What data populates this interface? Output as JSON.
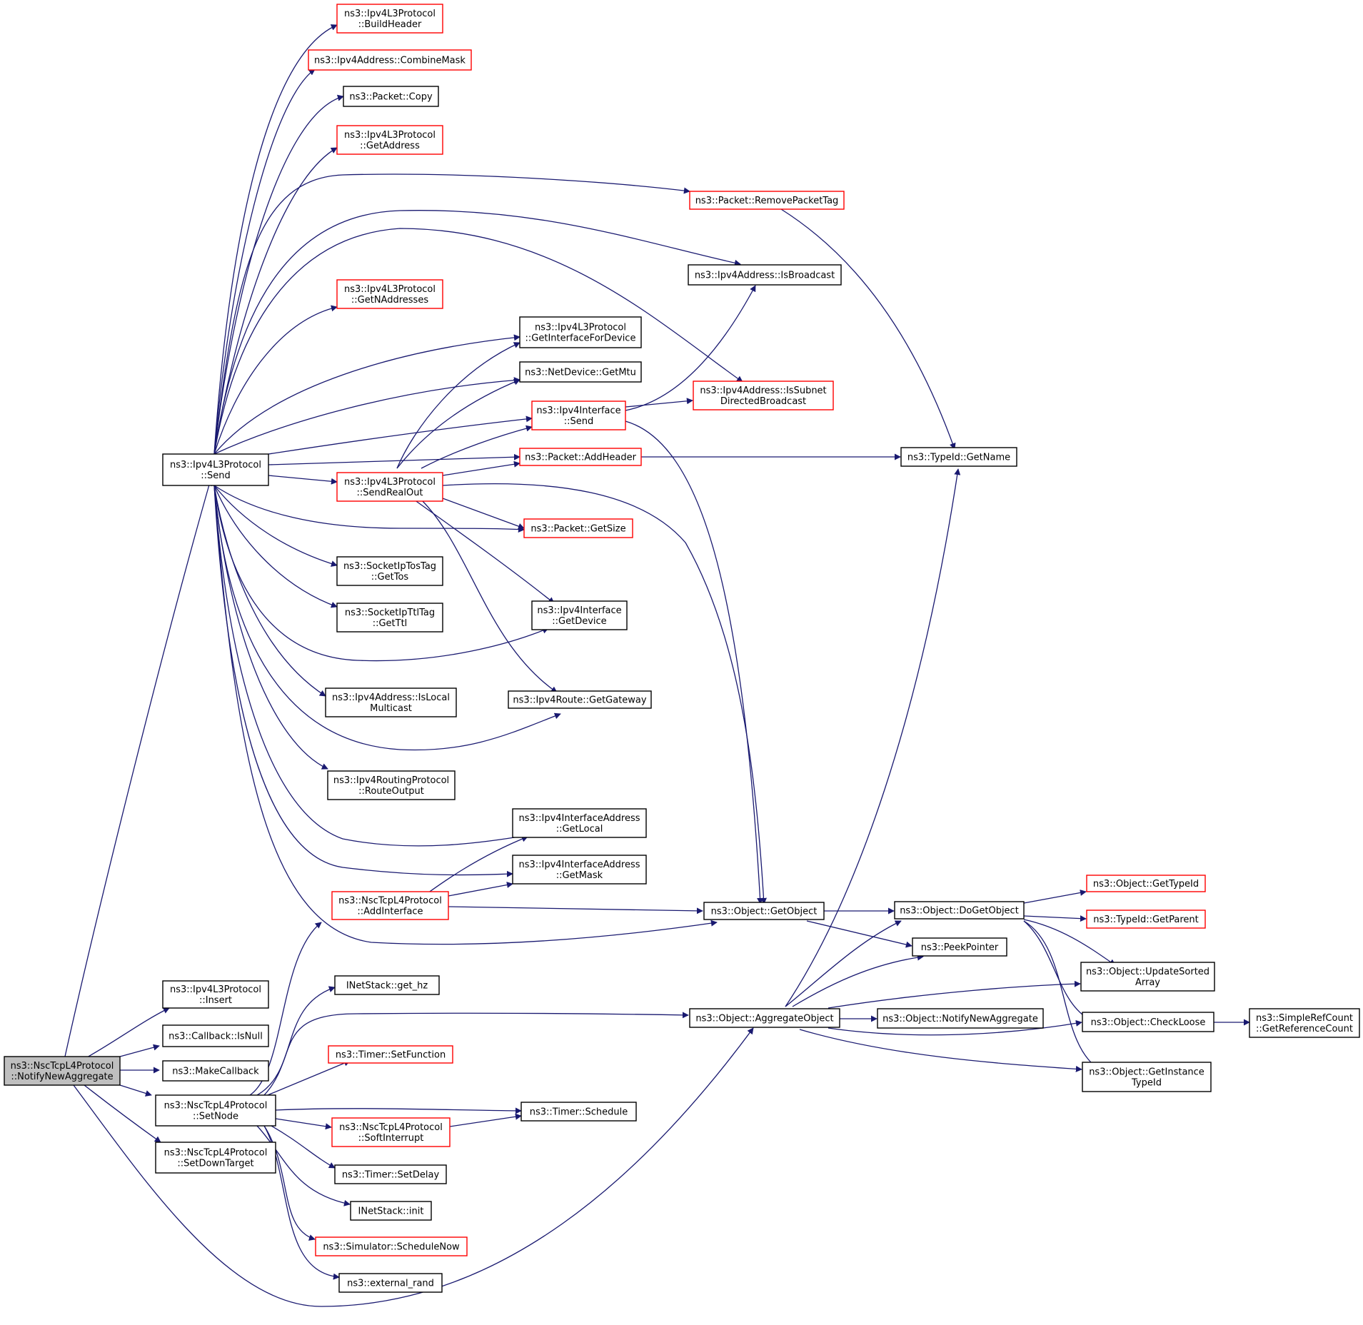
{
  "colors": {
    "edge": "#191970",
    "border_full": "#000000",
    "border_truncated": "#ff0000",
    "root_fill": "#bfbfbf",
    "node_fill": "#ffffff"
  },
  "nodes": {
    "notifyNewAggregate": {
      "lines": [
        "ns3::NscTcpL4Protocol",
        "::NotifyNewAggregate"
      ],
      "style": "root"
    },
    "ipv4Send": {
      "lines": [
        "ns3::Ipv4L3Protocol",
        "::Send"
      ],
      "style": "normal"
    },
    "ipv4Insert": {
      "lines": [
        "ns3::Ipv4L3Protocol",
        "::Insert"
      ],
      "style": "normal"
    },
    "callbackIsNull": {
      "lines": [
        "ns3::Callback::IsNull"
      ],
      "style": "normal"
    },
    "makeCallback": {
      "lines": [
        "ns3::MakeCallback"
      ],
      "style": "normal"
    },
    "setNode": {
      "lines": [
        "ns3::NscTcpL4Protocol",
        "::SetNode"
      ],
      "style": "normal"
    },
    "setDownTarget": {
      "lines": [
        "ns3::NscTcpL4Protocol",
        "::SetDownTarget"
      ],
      "style": "normal"
    },
    "buildHeader": {
      "lines": [
        "ns3::Ipv4L3Protocol",
        "::BuildHeader"
      ],
      "style": "truncated"
    },
    "combineMask": {
      "lines": [
        "ns3::Ipv4Address::CombineMask"
      ],
      "style": "truncated"
    },
    "packetCopy": {
      "lines": [
        "ns3::Packet::Copy"
      ],
      "style": "normal"
    },
    "getAddress": {
      "lines": [
        "ns3::Ipv4L3Protocol",
        "::GetAddress"
      ],
      "style": "truncated"
    },
    "removePacketTag": {
      "lines": [
        "ns3::Packet::RemovePacketTag"
      ],
      "style": "truncated"
    },
    "isBroadcast": {
      "lines": [
        "ns3::Ipv4Address::IsBroadcast"
      ],
      "style": "normal"
    },
    "getNAddresses": {
      "lines": [
        "ns3::Ipv4L3Protocol",
        "::GetNAddresses"
      ],
      "style": "truncated"
    },
    "getInterfaceForDevice": {
      "lines": [
        "ns3::Ipv4L3Protocol",
        "::GetInterfaceForDevice"
      ],
      "style": "normal"
    },
    "getMtu": {
      "lines": [
        "ns3::NetDevice::GetMtu"
      ],
      "style": "normal"
    },
    "ifaceSend": {
      "lines": [
        "ns3::Ipv4Interface",
        "::Send"
      ],
      "style": "truncated"
    },
    "isSubnetDirected": {
      "lines": [
        "ns3::Ipv4Address::IsSubnet",
        "DirectedBroadcast"
      ],
      "style": "truncated"
    },
    "addHeader": {
      "lines": [
        "ns3::Packet::AddHeader"
      ],
      "style": "truncated"
    },
    "typeIdGetName": {
      "lines": [
        "ns3::TypeId::GetName"
      ],
      "style": "normal"
    },
    "sendRealOut": {
      "lines": [
        "ns3::Ipv4L3Protocol",
        "::SendRealOut"
      ],
      "style": "truncated"
    },
    "getSize": {
      "lines": [
        "ns3::Packet::GetSize"
      ],
      "style": "truncated"
    },
    "getTos": {
      "lines": [
        "ns3::SocketIpTosTag",
        "::GetTos"
      ],
      "style": "normal"
    },
    "getTtl": {
      "lines": [
        "ns3::SocketIpTtlTag",
        "::GetTtl"
      ],
      "style": "normal"
    },
    "ifaceGetDevice": {
      "lines": [
        "ns3::Ipv4Interface",
        "::GetDevice"
      ],
      "style": "normal"
    },
    "isLocalMulticast": {
      "lines": [
        "ns3::Ipv4Address::IsLocal",
        "Multicast"
      ],
      "style": "normal"
    },
    "getGateway": {
      "lines": [
        "ns3::Ipv4Route::GetGateway"
      ],
      "style": "normal"
    },
    "routeOutput": {
      "lines": [
        "ns3::Ipv4RoutingProtocol",
        "::RouteOutput"
      ],
      "style": "normal"
    },
    "getLocal": {
      "lines": [
        "ns3::Ipv4InterfaceAddress",
        "::GetLocal"
      ],
      "style": "normal"
    },
    "getMask": {
      "lines": [
        "ns3::Ipv4InterfaceAddress",
        "::GetMask"
      ],
      "style": "normal"
    },
    "addInterface": {
      "lines": [
        "ns3::NscTcpL4Protocol",
        "::AddInterface"
      ],
      "style": "truncated"
    },
    "getObject": {
      "lines": [
        "ns3::Object::GetObject"
      ],
      "style": "normal"
    },
    "doGetObject": {
      "lines": [
        "ns3::Object::DoGetObject"
      ],
      "style": "normal"
    },
    "objGetTypeId": {
      "lines": [
        "ns3::Object::GetTypeId"
      ],
      "style": "truncated"
    },
    "typeIdGetParent": {
      "lines": [
        "ns3::TypeId::GetParent"
      ],
      "style": "truncated"
    },
    "peekPointer": {
      "lines": [
        "ns3::PeekPointer"
      ],
      "style": "normal"
    },
    "updateSortedArray": {
      "lines": [
        "ns3::Object::UpdateSorted",
        "Array"
      ],
      "style": "normal"
    },
    "getHz": {
      "lines": [
        "INetStack::get_hz"
      ],
      "style": "normal"
    },
    "aggregateObject": {
      "lines": [
        "ns3::Object::AggregateObject"
      ],
      "style": "normal"
    },
    "objNotifyNewAggregate": {
      "lines": [
        "ns3::Object::NotifyNewAggregate"
      ],
      "style": "normal"
    },
    "checkLoose": {
      "lines": [
        "ns3::Object::CheckLoose"
      ],
      "style": "normal"
    },
    "getReferenceCount": {
      "lines": [
        "ns3::SimpleRefCount",
        "::GetReferenceCount"
      ],
      "style": "normal"
    },
    "setFunction": {
      "lines": [
        "ns3::Timer::SetFunction"
      ],
      "style": "truncated"
    },
    "getInstanceTypeId": {
      "lines": [
        "ns3::Object::GetInstance",
        "TypeId"
      ],
      "style": "normal"
    },
    "softInterrupt": {
      "lines": [
        "ns3::NscTcpL4Protocol",
        "::SoftInterrupt"
      ],
      "style": "truncated"
    },
    "timerSchedule": {
      "lines": [
        "ns3::Timer::Schedule"
      ],
      "style": "normal"
    },
    "setDelay": {
      "lines": [
        "ns3::Timer::SetDelay"
      ],
      "style": "normal"
    },
    "inetInit": {
      "lines": [
        "INetStack::init"
      ],
      "style": "normal"
    },
    "scheduleNow": {
      "lines": [
        "ns3::Simulator::ScheduleNow"
      ],
      "style": "truncated"
    },
    "externalRand": {
      "lines": [
        "ns3::external_rand"
      ],
      "style": "normal"
    }
  }
}
